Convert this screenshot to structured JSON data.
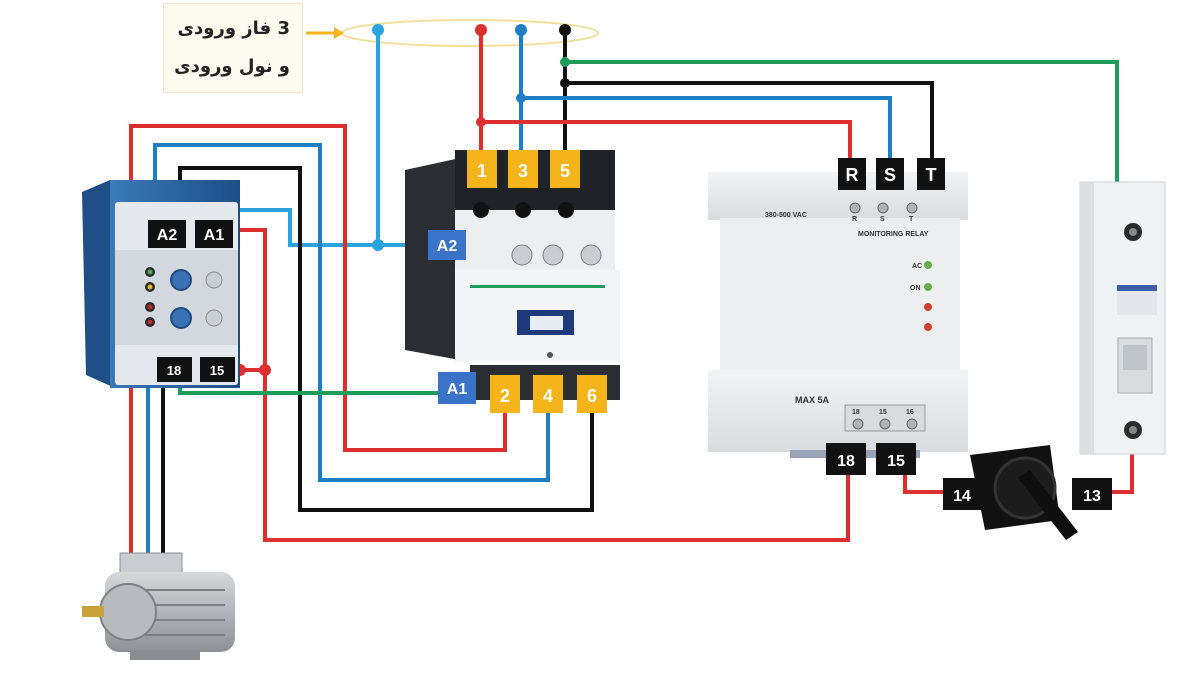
{
  "note": {
    "line1": "3 فاز ورودی",
    "line2": "و نول ورودی"
  },
  "phase_relay": {
    "a2": "A2",
    "a1": "A1",
    "t18": "18",
    "t15": "15"
  },
  "contactor": {
    "t1": "1",
    "t3": "3",
    "t5": "5",
    "t2": "2",
    "t4": "4",
    "t6": "6",
    "a2": "A2",
    "a1": "A1"
  },
  "monitoring_relay": {
    "r": "R",
    "s": "S",
    "t": "T",
    "voltage_range": "380-500 VAC",
    "name": "MONITORING RELAY",
    "led_ac": "AC",
    "led_on": "ON",
    "max_current": "MAX 5A",
    "pin18": "18",
    "pin15": "15",
    "pin16": "16",
    "label18": "18",
    "label15": "15",
    "term_r": "R",
    "term_s": "S",
    "term_t": "T"
  },
  "selector_switch": {
    "t14": "14",
    "t13": "13"
  },
  "colors": {
    "red": "#dc2f2f",
    "blue": "#1f7fc4",
    "light_blue": "#2aa3df",
    "black": "#111111",
    "green": "#1f9c5a",
    "yellow": "#f4b41a",
    "blue_label": "#3b73c8"
  }
}
